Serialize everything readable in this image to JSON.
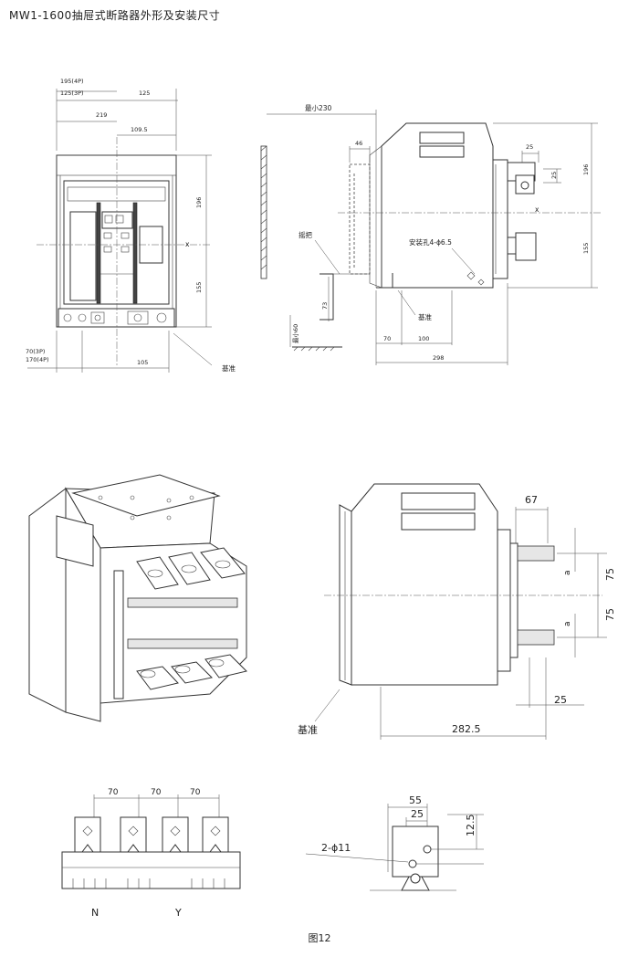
{
  "title": "MW1-1600抽屉式断路器外形及安装尺寸",
  "caption": "图12",
  "front_view": {
    "dim_4p": "195(4P)",
    "dim_3p": "125(3P)",
    "dim_125": "125",
    "dim_219": "219",
    "dim_109_5": "109.5",
    "dim_196": "196",
    "dim_155": "155",
    "axis_x": "x",
    "dim_70_3p": "70(3P)",
    "dim_170_4p": "170(4P)",
    "dim_105": "105",
    "datum": "基准"
  },
  "side_view": {
    "min_230": "最小230",
    "dim_46": "46",
    "handle": "摇把",
    "holes": "安装孔4-ϕ6.5",
    "dim_73": "73",
    "min_60": "最小60",
    "datum": "基准",
    "dim_70": "70",
    "dim_100": "100",
    "dim_298": "298",
    "dim_25a": "25",
    "dim_25b": "25",
    "dim_196": "196",
    "dim_155": "155",
    "axis_x": "x"
  },
  "side_view_2": {
    "dim_67": "67",
    "dim_a1": "a",
    "dim_a2": "a",
    "dim_75a": "75",
    "dim_75b": "75",
    "dim_25": "25",
    "dim_282_5": "282.5",
    "datum": "基准"
  },
  "terminal_view": {
    "dim_70a": "70",
    "dim_70b": "70",
    "dim_70c": "70",
    "label_n": "N",
    "label_y": "Y"
  },
  "hole_detail": {
    "dim_55": "55",
    "dim_25": "25",
    "dim_12_5": "12.5",
    "holes": "2-ϕ11"
  }
}
